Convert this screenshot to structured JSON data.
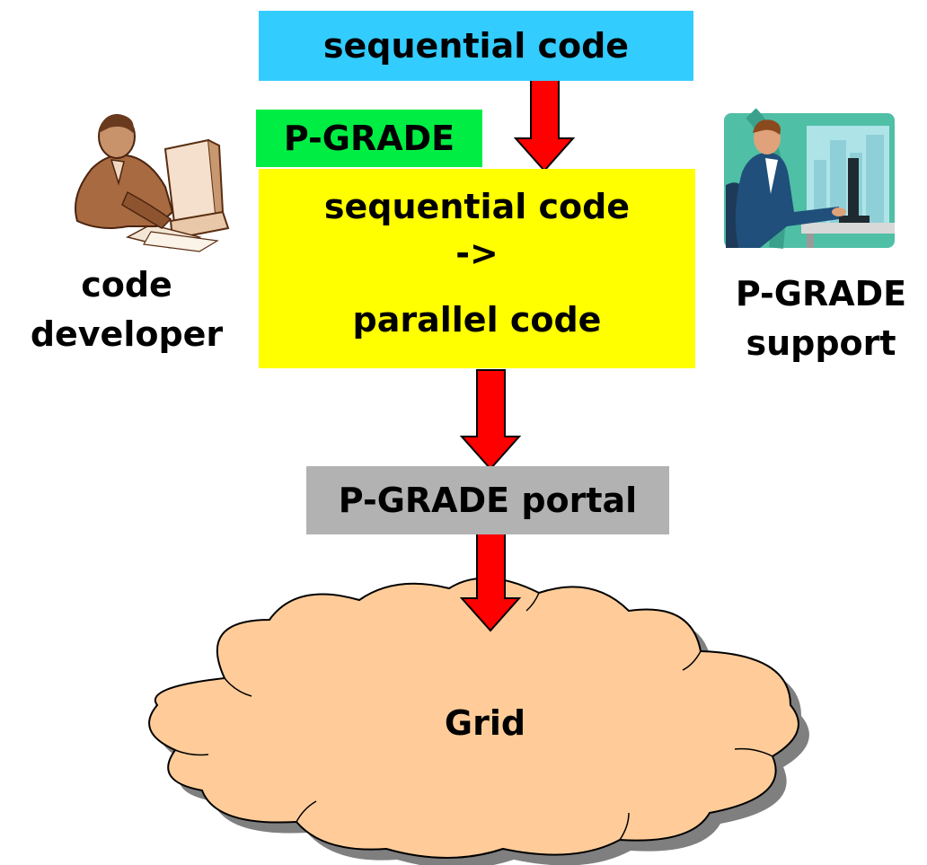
{
  "top_box": {
    "label": "sequential code"
  },
  "pgrade_tag": {
    "label": "P-GRADE"
  },
  "transform_box": {
    "line1": "sequential code",
    "line2": "->",
    "line3": "parallel code"
  },
  "portal_box": {
    "label": "P-GRADE portal"
  },
  "developer": {
    "line1": "code",
    "line2": "developer",
    "icon": "developer-clipart-icon"
  },
  "support": {
    "line1": "P-GRADE",
    "line2": "support",
    "icon": "support-clipart-icon"
  },
  "cloud": {
    "label": "Grid"
  },
  "colors": {
    "top_box": "#33ccff",
    "pgrade_tag": "#00ee44",
    "transform_box": "#ffff00",
    "portal_box": "#b2b2b2",
    "arrow": "#ff0000",
    "cloud": "#ffcc99"
  }
}
